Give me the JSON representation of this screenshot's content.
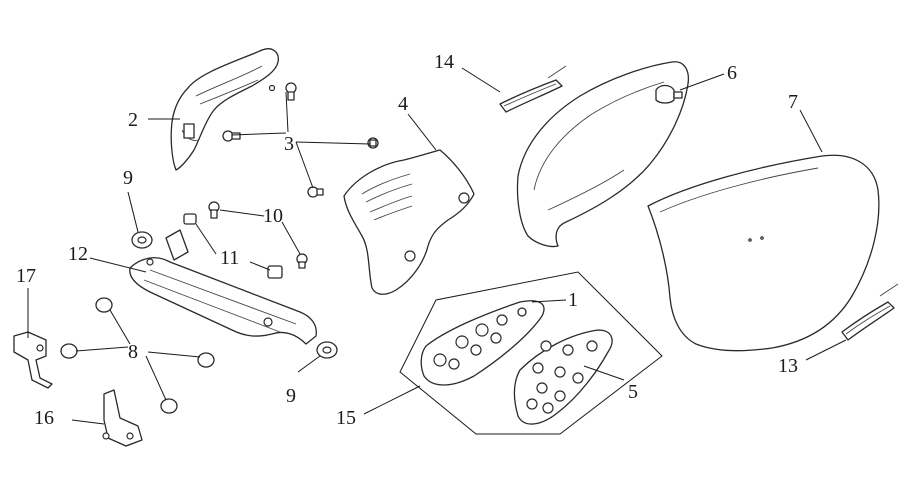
{
  "callouts": [
    {
      "id": "label-1",
      "text": "1"
    },
    {
      "id": "label-2",
      "text": "2"
    },
    {
      "id": "label-3",
      "text": "3"
    },
    {
      "id": "label-4",
      "text": "4"
    },
    {
      "id": "label-5",
      "text": "5"
    },
    {
      "id": "label-6",
      "text": "6"
    },
    {
      "id": "label-7",
      "text": "7"
    },
    {
      "id": "label-8",
      "text": "8"
    },
    {
      "id": "label-9a",
      "text": "9"
    },
    {
      "id": "label-9b",
      "text": "9"
    },
    {
      "id": "label-10",
      "text": "10"
    },
    {
      "id": "label-11",
      "text": "11"
    },
    {
      "id": "label-12",
      "text": "12"
    },
    {
      "id": "label-13",
      "text": "13"
    },
    {
      "id": "label-14",
      "text": "14"
    },
    {
      "id": "label-15",
      "text": "15"
    },
    {
      "id": "label-16",
      "text": "16"
    },
    {
      "id": "label-17",
      "text": "17"
    }
  ],
  "line_color": "#2a2a2a",
  "background": "#ffffff"
}
